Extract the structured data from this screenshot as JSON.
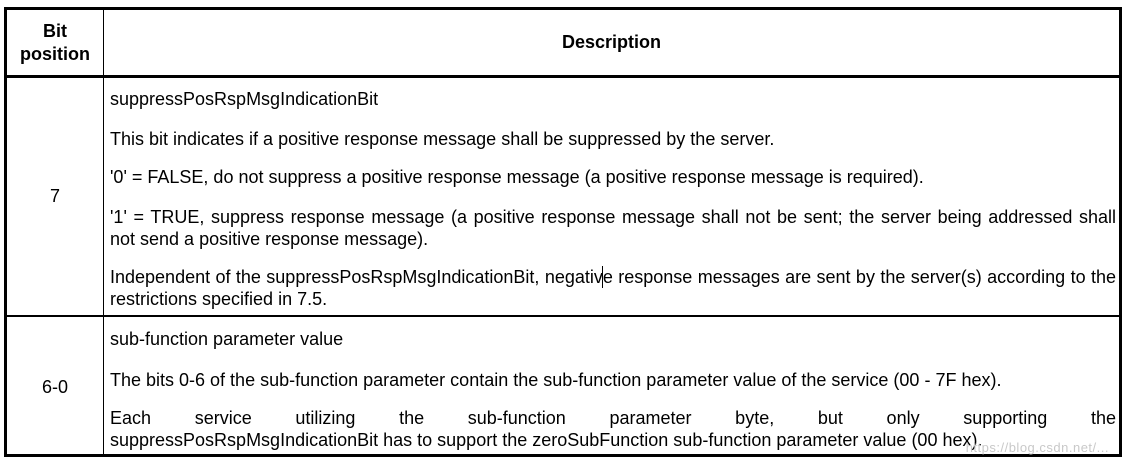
{
  "header": {
    "bit_col_line1": "Bit",
    "bit_col_line2": "position",
    "desc_col": "Description"
  },
  "rows": [
    {
      "bit": "7",
      "title": "suppressPosRspMsgIndicationBit",
      "p1": "This bit indicates if a positive response message shall be suppressed by the server.",
      "p2": "'0' = FALSE, do not suppress a positive response message (a positive response message is required).",
      "p3": "'1' = TRUE, suppress response message (a positive response message shall not be sent; the server being addressed shall not send a positive response message).",
      "p4_a": "Independent of the suppressPosRspMsgIndicationBit, negativ",
      "p4_b": "e response messages are sent by the server(s) according to the restrictions specified in 7.5."
    },
    {
      "bit": "6-0",
      "title": "sub-function parameter value",
      "p1": "The bits 0-6 of the sub-function parameter contain the sub-function parameter value of the service (00 - 7F hex).",
      "p2_line1": "Each service utilizing the sub-function parameter byte, but only supporting the",
      "p2_line2": "suppressPosRspMsgIndicationBit has to support the zeroSubFunction sub-function parameter value (00 hex)."
    }
  ],
  "watermark": "https://blog.csdn.net/..."
}
